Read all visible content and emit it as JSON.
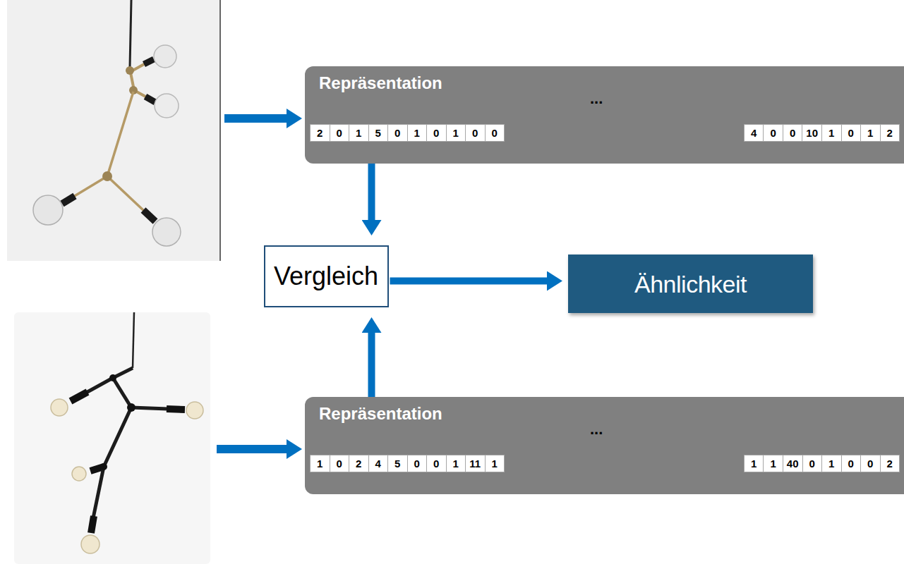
{
  "diagram": {
    "nodes": [
      {
        "text": [
          "Repräsentation"
        ]
      },
      {
        "text": [
          "Vergleich"
        ]
      },
      {
        "text": [
          "Ähnlichkeit"
        ]
      },
      {
        "text": [
          "Repräsentation"
        ]
      }
    ],
    "edges": [
      {
        "from": 0,
        "to": 1,
        "arrow": "to"
      },
      {
        "from": 3,
        "to": 1,
        "arrow": "to"
      },
      {
        "from": 1,
        "to": 2,
        "arrow": "to"
      }
    ],
    "labels": [
      "2",
      "0",
      "1",
      "5",
      "0",
      "1",
      "0",
      "1",
      "0",
      "0",
      "...",
      "4",
      "0",
      "0",
      "10",
      "1",
      "0",
      "1",
      "2",
      "1",
      "0",
      "2",
      "4",
      "5",
      "0",
      "0",
      "1",
      "11",
      "1",
      "...",
      "1",
      "1",
      "40",
      "0",
      "1",
      "0",
      "0",
      "2"
    ]
  }
}
